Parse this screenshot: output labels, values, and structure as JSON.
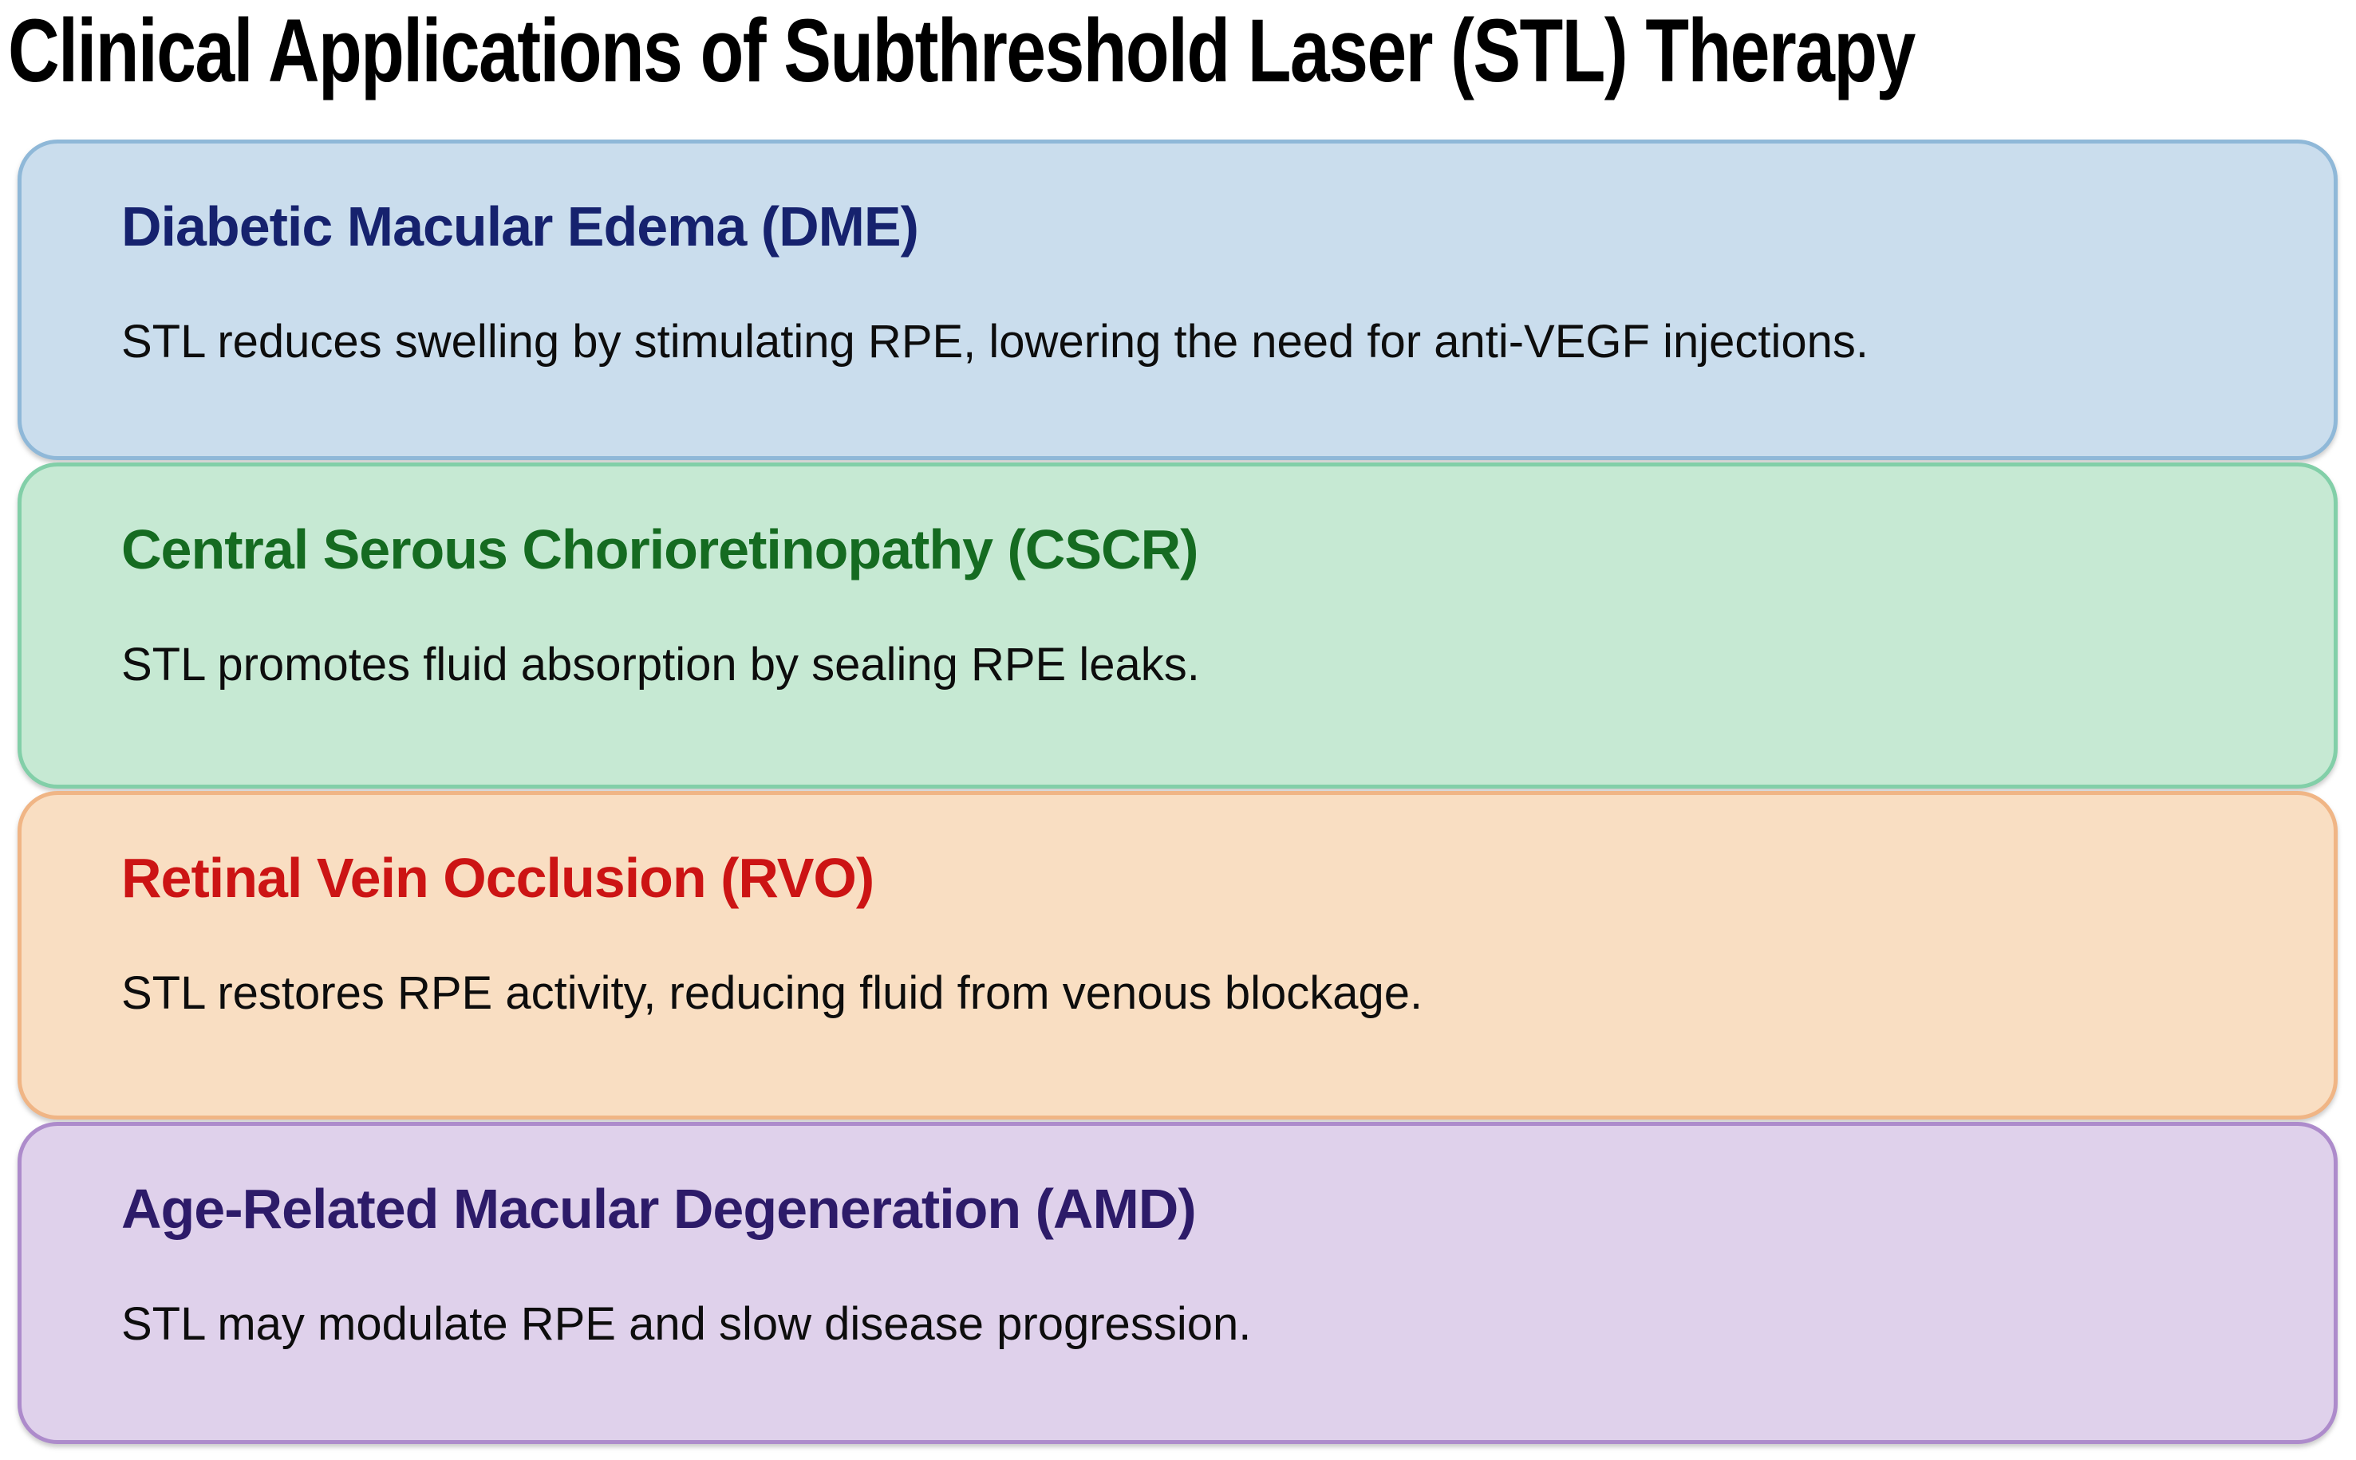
{
  "title": "Clinical Applications of Subthreshold Laser (STL) Therapy",
  "cards": [
    {
      "id": "dme",
      "heading": "Diabetic Macular Edema (DME)",
      "body": "STL reduces swelling by stimulating RPE, lowering the need for anti-VEGF injections.",
      "bg_color": "#cadded",
      "border_color": "#8fb8d8",
      "heading_color": "#16226e"
    },
    {
      "id": "cscr",
      "heading": "Central Serous Chorioretinopathy (CSCR)",
      "body": "STL promotes fluid absorption by sealing RPE leaks.",
      "bg_color": "#c6e9d3",
      "border_color": "#82cfa8",
      "heading_color": "#156b21"
    },
    {
      "id": "rvo",
      "heading": "Retinal Vein Occlusion (RVO)",
      "body": "STL restores RPE activity, reducing fluid from venous blockage.",
      "bg_color": "#f9dec2",
      "border_color": "#f0b585",
      "heading_color": "#cc1414"
    },
    {
      "id": "amd",
      "heading": "Age-Related Macular Degeneration (AMD)",
      "body": "STL may modulate RPE and slow disease progression.",
      "bg_color": "#dfd1eb",
      "border_color": "#ad8bcb",
      "heading_color": "#2d1b69"
    }
  ],
  "colors": {
    "page_background": "#ffffff",
    "title_text": "#000000",
    "body_text": "#0d0d0d"
  }
}
